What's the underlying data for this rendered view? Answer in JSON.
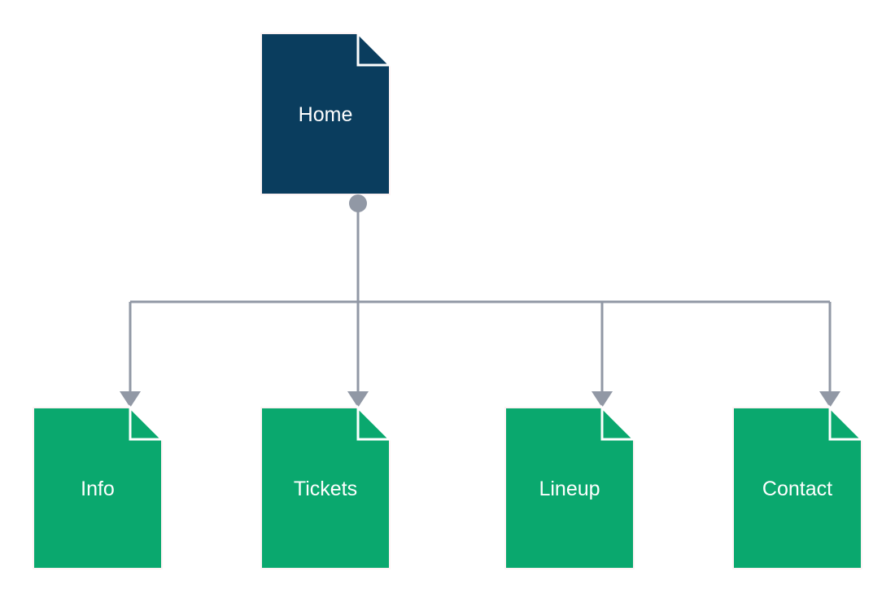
{
  "diagram": {
    "colors": {
      "root_fill": "#0a3d5e",
      "child_fill": "#0aa86e",
      "connector": "#9198a5",
      "outline": "#fdf3f4",
      "fold": "#ffffff"
    },
    "root": {
      "label": "Home"
    },
    "children": [
      {
        "label": "Info"
      },
      {
        "label": "Tickets"
      },
      {
        "label": "Lineup"
      },
      {
        "label": "Contact"
      }
    ]
  }
}
